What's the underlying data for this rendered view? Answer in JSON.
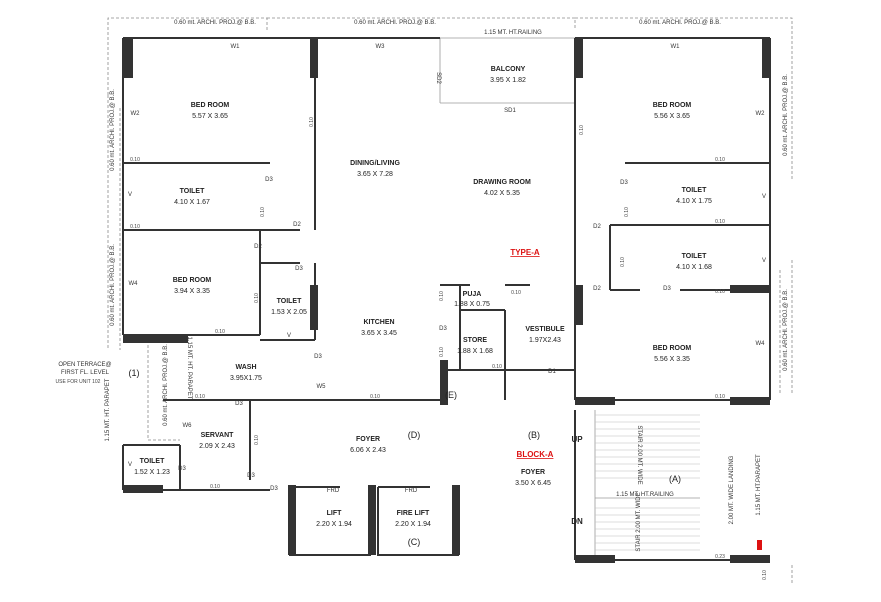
{
  "projections": {
    "top_left": "0.60 mt. ARCHI. PROJ.@ B.B.",
    "top_center": "0.60 mt. ARCHI. PROJ.@ B.B.",
    "top_right": "0.60 mt. ARCHI. PROJ.@ B.B.",
    "left_upper": "0.60 mt. ARCHI. PROJ.@ B.B.",
    "left_lower": "0.60 mt. ARCHI. PROJ.@ B.B.",
    "right_upper": "0.60 mt. ARCHI. PROJ.@ B.B.",
    "right_lower": "0.60 mt. ARCHI. PROJ.@ B.B.",
    "servant": "0.60 mt. ARCHI. PROJ.@ B.B."
  },
  "rooms": {
    "bed_tl": {
      "name": "BED ROOM",
      "dim": "5.57 X 3.65"
    },
    "bed_tr": {
      "name": "BED ROOM",
      "dim": "5.56 X 3.65"
    },
    "toilet_tl": {
      "name": "TOILET",
      "dim": "4.10 X 1.67"
    },
    "toilet_tr1": {
      "name": "TOILET",
      "dim": "4.10 X 1.75"
    },
    "toilet_tr2": {
      "name": "TOILET",
      "dim": "4.10 X 1.68"
    },
    "bed_ml": {
      "name": "BED ROOM",
      "dim": "3.94 X 3.35"
    },
    "toilet_m": {
      "name": "TOILET",
      "dim": "1.53 X 2.05"
    },
    "dining": {
      "name": "DINING/LIVING",
      "dim": "3.65 X 7.28"
    },
    "drawing": {
      "name": "DRAWING ROOM",
      "dim": "4.02 X 5.35"
    },
    "balcony": {
      "name": "BALCONY",
      "dim": "3.95 X 1.82"
    },
    "puja": {
      "name": "PUJA",
      "dim": "1.88 X 0.75"
    },
    "store": {
      "name": "STORE",
      "dim": "1.88 X 1.68"
    },
    "vestibule": {
      "name": "VESTIBULE",
      "dim": "1.97X2.43"
    },
    "kitchen": {
      "name": "KITCHEN",
      "dim": "3.65 X 3.45"
    },
    "wash": {
      "name": "WASH",
      "dim": "3.95X1.75"
    },
    "bed_mr": {
      "name": "BED ROOM",
      "dim": "5.56 X 3.35"
    },
    "servant": {
      "name": "SERVANT",
      "dim": "2.09 X 2.43"
    },
    "toilet_bl": {
      "name": "TOILET",
      "dim": "1.52 X 1.23"
    },
    "foyer_d": {
      "name": "FOYER",
      "dim": "6.06 X 2.43"
    },
    "foyer_block": {
      "name": "FOYER",
      "dim": "3.50 X 6.45"
    },
    "lift": {
      "name": "LIFT",
      "dim": "2.20 X 1.94"
    },
    "fire_lift": {
      "name": "FIRE LIFT",
      "dim": "2.20 X 1.94"
    }
  },
  "tags": {
    "w1": "W1",
    "w2": "W2",
    "w3": "W3",
    "w4": "W4",
    "w5": "W5",
    "w6": "W6",
    "d1": "D1",
    "d2": "D2",
    "d3": "D3",
    "v": "V",
    "sd1": "SD1",
    "sd2": "SD2",
    "frd": "FRD",
    "w010": "0.10",
    "w023": "0.23",
    "railing_top": "1.15 MT. HT.RAILING",
    "railing_stair": "1.15 MT. HT.RAILING",
    "parapet_left": "1.15 MT. HT. PARAPET",
    "parapet_v": "1.15 MT. HT. PARAPET",
    "parapet_right": "1.15 MT. HT.PARAPET",
    "terrace1": "OPEN TERRACE@",
    "terrace2": "FIRST FL. LEVEL",
    "terrace3": "USE FOR UNIT 102",
    "landing": "2.00 MT. WIDE LANDING",
    "stair1": "STAIR 2.00 MT. WIDE",
    "stair2": "STAIR 2.00 MT. WIDE",
    "up": "UP",
    "dn": "DN",
    "marker_1": "(1)",
    "marker_a": "(A)",
    "marker_b": "(B)",
    "marker_c": "(C)",
    "marker_d": "(D)",
    "marker_e": "(E)",
    "type_a": "TYPE-A",
    "block_a": "BLOCK-A"
  },
  "colors": {
    "wall": "#333333",
    "accent": "#dd1111",
    "projection": "#8a8a8a",
    "grid": "#e6e6e6"
  }
}
